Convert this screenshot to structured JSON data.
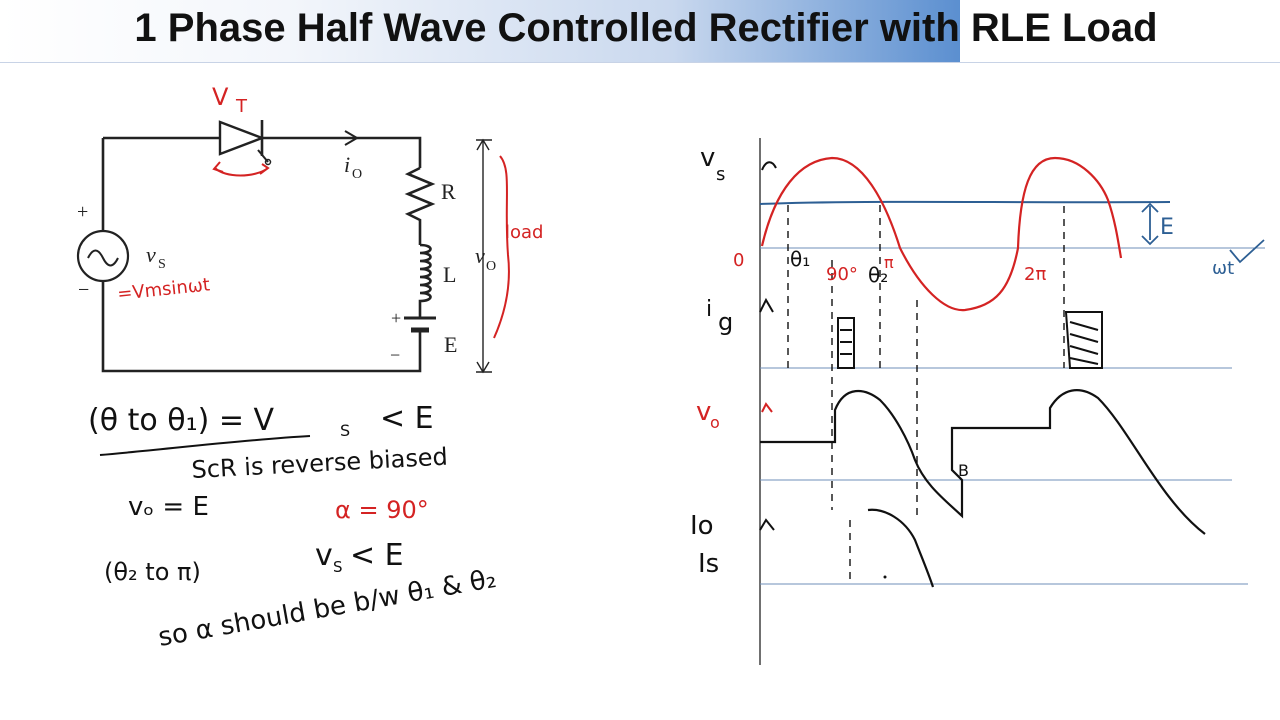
{
  "title": "1 Phase Half Wave Controlled Rectifier with RLE Load",
  "circuit": {
    "source_label": "v",
    "source_sub": "S",
    "current_label": "i",
    "current_sub": "O",
    "output_label": "v",
    "output_sub": "O",
    "r_label": "R",
    "l_label": "L",
    "e_label": "E",
    "plus": "+",
    "minus": "−"
  },
  "annotations": {
    "vt": "V",
    "vt_sub": "T",
    "load": "load",
    "vs_expr": "=Vmsinωt",
    "theta_interval": "(θ to θ₁) = V",
    "theta_cond": "< E",
    "s_sub": "S",
    "scr_reverse": "ScR is reverse biased",
    "vo_eq": "vₒ = E",
    "alpha": "α = 90°",
    "theta2_interval": "(θ₂ to π)",
    "vs_lt_e": "< E",
    "alpha_between": "so α should be b/w θ₁ & θ₂"
  },
  "waveforms": {
    "vs_label": "v",
    "vs_sub": "s",
    "ig_label": "i",
    "ig_sub": "g",
    "vo_label": "v",
    "vo_sub": "o",
    "io_label": "Io",
    "is_label": "Is",
    "zero": "0",
    "theta1": "θ₁",
    "deg90": "90°",
    "theta2": "θ₂",
    "pi": "π",
    "two_pi": "2π",
    "wt": "ωt",
    "e_mark": "E",
    "beta": "B"
  }
}
